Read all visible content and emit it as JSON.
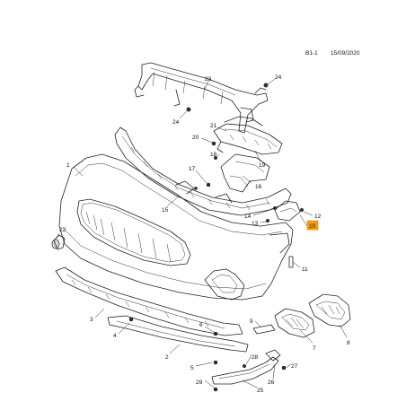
{
  "header": {
    "section": "B1-1",
    "date": "15/09/2020"
  },
  "accent_color": "#f5a000",
  "callouts": [
    {
      "id": "1",
      "highlight": false
    },
    {
      "id": "2",
      "highlight": false
    },
    {
      "id": "3",
      "highlight": false
    },
    {
      "id": "4",
      "highlight": false
    },
    {
      "id": "5",
      "highlight": false
    },
    {
      "id": "6",
      "highlight": false
    },
    {
      "id": "7",
      "highlight": false
    },
    {
      "id": "8",
      "highlight": false
    },
    {
      "id": "9",
      "highlight": false
    },
    {
      "id": "10",
      "highlight": true
    },
    {
      "id": "11",
      "highlight": false
    },
    {
      "id": "12",
      "highlight": false
    },
    {
      "id": "13",
      "highlight": false
    },
    {
      "id": "14",
      "highlight": false
    },
    {
      "id": "15",
      "highlight": false
    },
    {
      "id": "16",
      "highlight": false
    },
    {
      "id": "17",
      "highlight": false
    },
    {
      "id": "18",
      "highlight": false
    },
    {
      "id": "19",
      "highlight": false
    },
    {
      "id": "20",
      "highlight": false
    },
    {
      "id": "21",
      "highlight": false
    },
    {
      "id": "22",
      "highlight": false
    },
    {
      "id": "23",
      "highlight": false
    },
    {
      "id": "24",
      "highlight": false
    },
    {
      "id": "24",
      "highlight": false
    },
    {
      "id": "25",
      "highlight": false
    },
    {
      "id": "26",
      "highlight": false
    },
    {
      "id": "27",
      "highlight": false
    },
    {
      "id": "28",
      "highlight": false
    },
    {
      "id": "29",
      "highlight": false
    }
  ]
}
